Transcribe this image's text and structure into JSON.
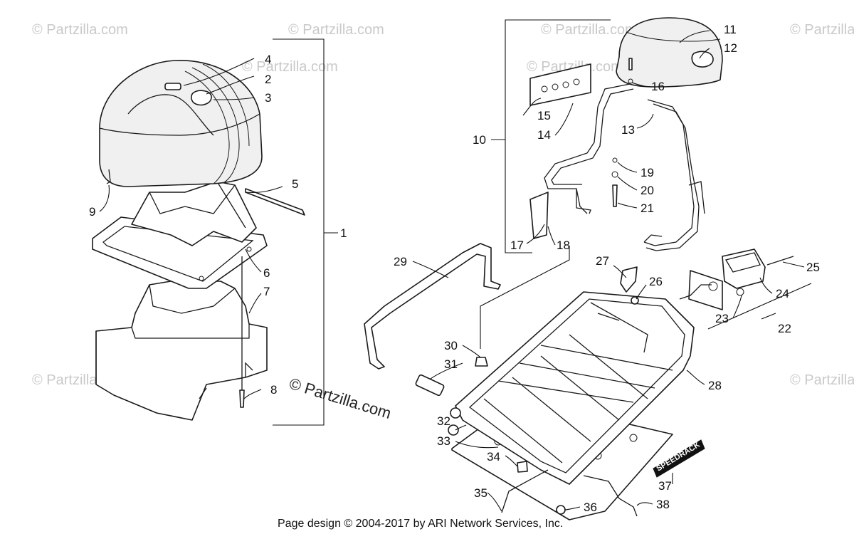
{
  "watermark": {
    "text": "© Partzilla.com",
    "main_text": "© Partzilla.com"
  },
  "footer": {
    "text": "Page design © 2004-2017 by ARI Network Services, Inc."
  },
  "decal": {
    "text": "SPEEDRACK"
  },
  "callouts": [
    "1",
    "2",
    "3",
    "4",
    "5",
    "6",
    "7",
    "8",
    "9",
    "10",
    "11",
    "12",
    "13",
    "14",
    "15",
    "16",
    "17",
    "18",
    "19",
    "20",
    "21",
    "22",
    "23",
    "24",
    "25",
    "26",
    "27",
    "28",
    "29",
    "30",
    "31",
    "32",
    "33",
    "34",
    "35",
    "36",
    "37",
    "38"
  ]
}
